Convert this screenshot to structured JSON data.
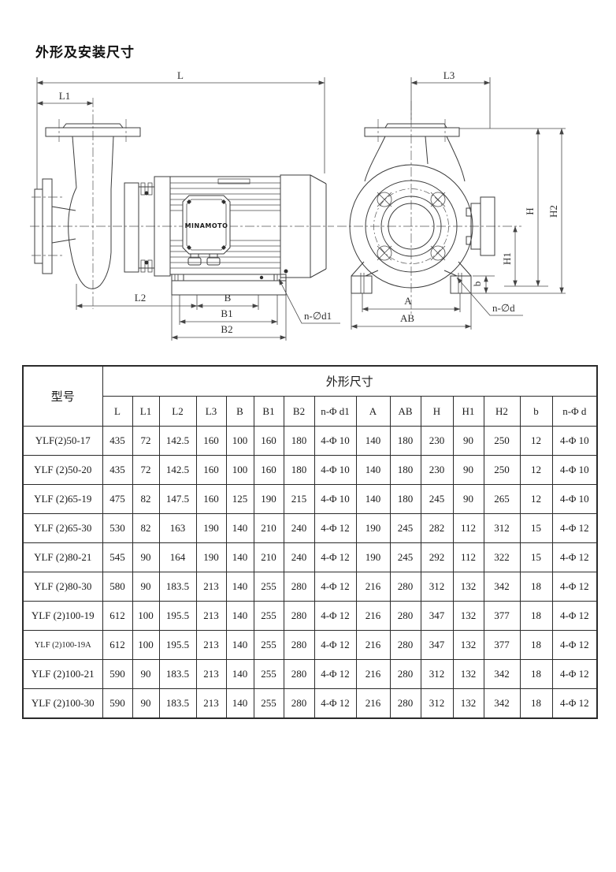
{
  "page": {
    "title": "外形及安装尺寸"
  },
  "drawing": {
    "brand": "MINAMOTO",
    "side_view_labels": {
      "L": "L",
      "L1": "L1",
      "L2": "L2",
      "B": "B",
      "B1": "B1",
      "B2": "B2",
      "n_d1": "n-∅d1"
    },
    "front_view_labels": {
      "L3": "L3",
      "H": "H",
      "H1": "H1",
      "H2": "H2",
      "b": "b",
      "A": "A",
      "AB": "AB",
      "n_d": "n-∅d"
    }
  },
  "table": {
    "model_header": "型号",
    "group_header": "外形尺寸",
    "columns": [
      "L",
      "L1",
      "L2",
      "L3",
      "B",
      "B1",
      "B2",
      "n-Φ d1",
      "A",
      "AB",
      "H",
      "H1",
      "H2",
      "b",
      "n-Φ d"
    ],
    "rows": [
      {
        "model": "YLF(2)50-17",
        "small": false,
        "values": [
          "435",
          "72",
          "142.5",
          "160",
          "100",
          "160",
          "180",
          "4-Φ 10",
          "140",
          "180",
          "230",
          "90",
          "250",
          "12",
          "4-Φ 10"
        ]
      },
      {
        "model": "YLF (2)50-20",
        "small": false,
        "values": [
          "435",
          "72",
          "142.5",
          "160",
          "100",
          "160",
          "180",
          "4-Φ 10",
          "140",
          "180",
          "230",
          "90",
          "250",
          "12",
          "4-Φ 10"
        ]
      },
      {
        "model": "YLF (2)65-19",
        "small": false,
        "values": [
          "475",
          "82",
          "147.5",
          "160",
          "125",
          "190",
          "215",
          "4-Φ 10",
          "140",
          "180",
          "245",
          "90",
          "265",
          "12",
          "4-Φ 10"
        ]
      },
      {
        "model": "YLF (2)65-30",
        "small": false,
        "values": [
          "530",
          "82",
          "163",
          "190",
          "140",
          "210",
          "240",
          "4-Φ 12",
          "190",
          "245",
          "282",
          "112",
          "312",
          "15",
          "4-Φ 12"
        ]
      },
      {
        "model": "YLF (2)80-21",
        "small": false,
        "values": [
          "545",
          "90",
          "164",
          "190",
          "140",
          "210",
          "240",
          "4-Φ 12",
          "190",
          "245",
          "292",
          "112",
          "322",
          "15",
          "4-Φ 12"
        ]
      },
      {
        "model": "YLF (2)80-30",
        "small": false,
        "values": [
          "580",
          "90",
          "183.5",
          "213",
          "140",
          "255",
          "280",
          "4-Φ 12",
          "216",
          "280",
          "312",
          "132",
          "342",
          "18",
          "4-Φ 12"
        ]
      },
      {
        "model": "YLF (2)100-19",
        "small": false,
        "values": [
          "612",
          "100",
          "195.5",
          "213",
          "140",
          "255",
          "280",
          "4-Φ 12",
          "216",
          "280",
          "347",
          "132",
          "377",
          "18",
          "4-Φ 12"
        ]
      },
      {
        "model": "YLF (2)100-19A",
        "small": true,
        "values": [
          "612",
          "100",
          "195.5",
          "213",
          "140",
          "255",
          "280",
          "4-Φ 12",
          "216",
          "280",
          "347",
          "132",
          "377",
          "18",
          "4-Φ 12"
        ]
      },
      {
        "model": "YLF (2)100-21",
        "small": false,
        "values": [
          "590",
          "90",
          "183.5",
          "213",
          "140",
          "255",
          "280",
          "4-Φ 12",
          "216",
          "280",
          "312",
          "132",
          "342",
          "18",
          "4-Φ 12"
        ]
      },
      {
        "model": "YLF (2)100-30",
        "small": false,
        "values": [
          "590",
          "90",
          "183.5",
          "213",
          "140",
          "255",
          "280",
          "4-Φ 12",
          "216",
          "280",
          "312",
          "132",
          "342",
          "18",
          "4-Φ 12"
        ]
      }
    ]
  }
}
